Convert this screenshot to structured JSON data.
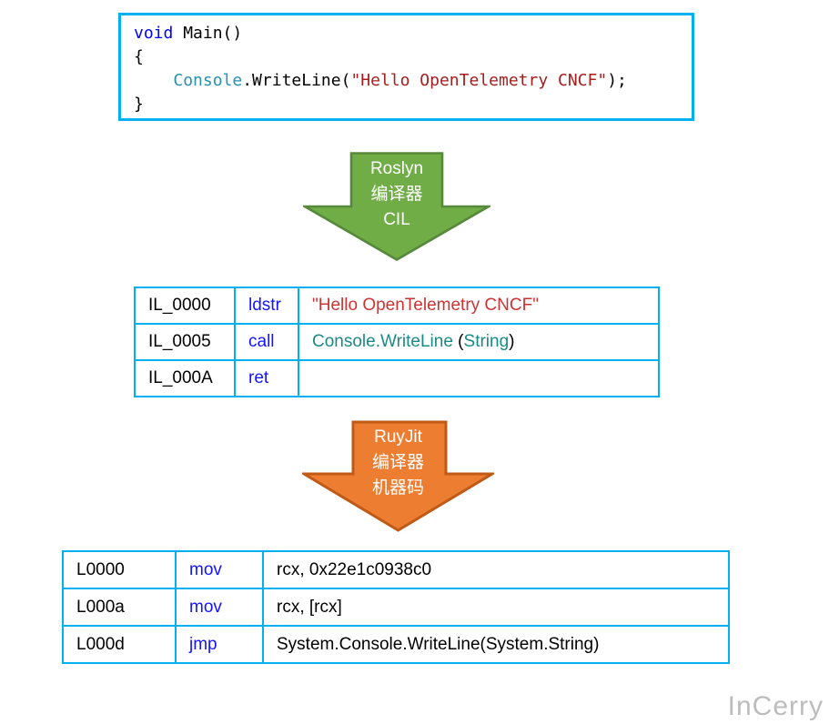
{
  "code_block": {
    "line1": {
      "keyword": "void",
      "rest": " Main()"
    },
    "line2": "{",
    "line3": {
      "indent": "    ",
      "class_name": "Console",
      "member": ".WriteLine(",
      "string": "\"Hello OpenTelemetry CNCF\"",
      "close": ");"
    },
    "line4": "}"
  },
  "roslyn_arrow": {
    "line1": "Roslyn",
    "line2": "编译器",
    "line3": "CIL",
    "fill": "#70ad47",
    "stroke": "#55883a"
  },
  "il_table": {
    "rows": [
      {
        "offset": "IL_0000",
        "opcode": "ldstr",
        "operand_string": "\"Hello OpenTelemetry CNCF\""
      },
      {
        "offset": "IL_0005",
        "opcode": "call",
        "operand_method": "Console.WriteLine",
        "operand_open": " (",
        "operand_type": "String",
        "operand_close": ")"
      },
      {
        "offset": "IL_000A",
        "opcode": "ret",
        "operand_empty": ""
      }
    ]
  },
  "ruyjit_arrow": {
    "line1": "RuyJit",
    "line2": "编译器",
    "line3": "机器码",
    "fill": "#ed7d31",
    "stroke": "#bf5b17"
  },
  "asm_table": {
    "rows": [
      {
        "offset": "L0000",
        "opcode": "mov",
        "operand": "rcx, 0x22e1c0938c0"
      },
      {
        "offset": "L000a",
        "opcode": "mov",
        "operand": "rcx, [rcx]"
      },
      {
        "offset": "L000d",
        "opcode": "jmp",
        "operand": "System.Console.WriteLine(System.String)"
      }
    ]
  },
  "watermark": "InCerry",
  "colors": {
    "table_border": "#00b0f0",
    "keyword_blue": "#0000ff",
    "opcode_blue": "#1414ff",
    "code_string_red": "#a81d1d",
    "il_string_red": "#cd3333",
    "code_type_teal": "#2691b0",
    "il_method_teal": "#1a8a86",
    "arrow_green_fill": "#70ad47",
    "arrow_orange_fill": "#ed7d31"
  }
}
